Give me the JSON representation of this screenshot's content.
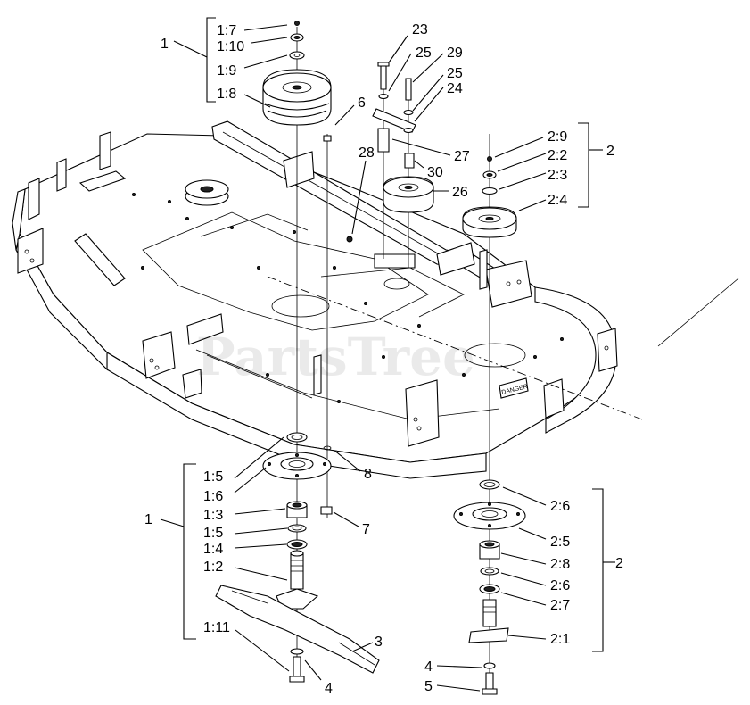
{
  "watermark": "PartsTree",
  "deck_decals": {
    "danger": "DANGER"
  },
  "callouts": {
    "c_1_7": "1:7",
    "c_1_10": "1:10",
    "c_1_9": "1:9",
    "c_1_8": "1:8",
    "c_1_top": "1",
    "c_23": "23",
    "c_25a": "25",
    "c_29": "29",
    "c_25b": "25",
    "c_24": "24",
    "c_6": "6",
    "c_27": "27",
    "c_28": "28",
    "c_30": "30",
    "c_26": "26",
    "c_2_9": "2:9",
    "c_2_2": "2:2",
    "c_2_3": "2:3",
    "c_2_4": "2:4",
    "c_2_top": "2",
    "c_1_5a": "1:5",
    "c_1_6": "1:6",
    "c_1_3": "1:3",
    "c_1_5b": "1:5",
    "c_1_4": "1:4",
    "c_1_2": "1:2",
    "c_1_11": "1:11",
    "c_1_bot": "1",
    "c_8": "8",
    "c_7": "7",
    "c_3": "3",
    "c_4a": "4",
    "c_2_6a": "2:6",
    "c_2_5": "2:5",
    "c_2_8": "2:8",
    "c_2_6b": "2:6",
    "c_2_7": "2:7",
    "c_2_1": "2:1",
    "c_2_bot": "2",
    "c_4b": "4",
    "c_5": "5"
  }
}
